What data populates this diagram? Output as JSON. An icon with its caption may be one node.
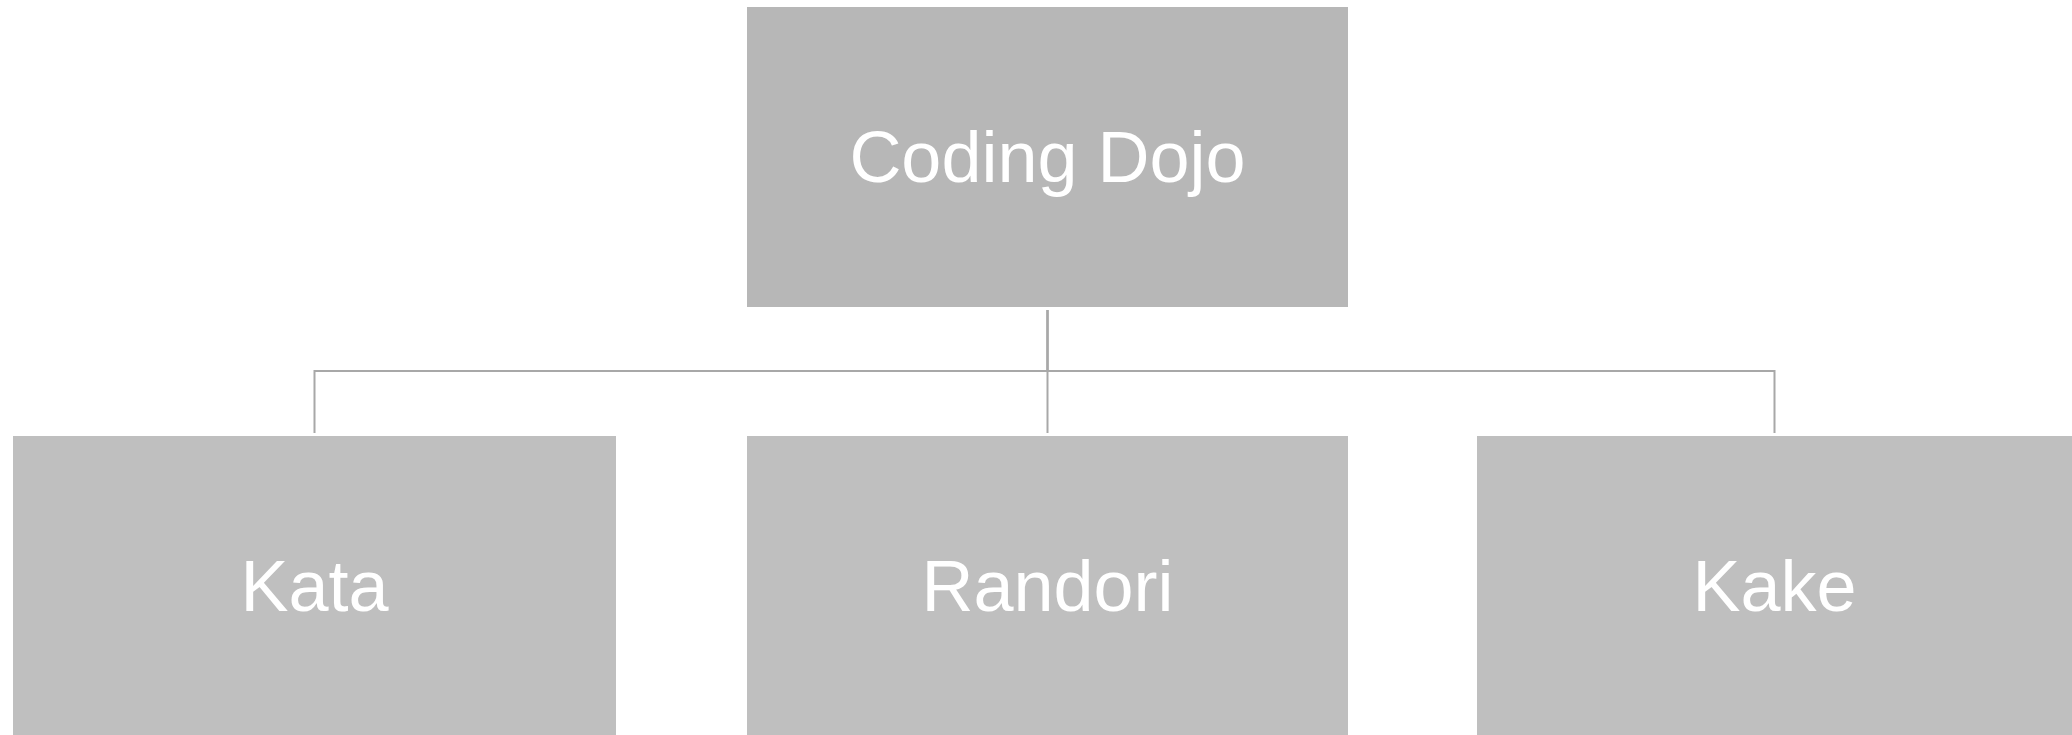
{
  "diagram": {
    "nodes": [
      {
        "text": [
          "Coding Dojo"
        ]
      },
      {
        "text": [
          "Kata"
        ]
      },
      {
        "text": [
          "Randori"
        ]
      },
      {
        "text": [
          "Kake"
        ]
      }
    ],
    "edges": [
      {
        "from": 0,
        "to": 1,
        "arrow": "none"
      },
      {
        "from": 0,
        "to": 2,
        "arrow": "none"
      },
      {
        "from": 0,
        "to": 3,
        "arrow": "none"
      }
    ]
  }
}
